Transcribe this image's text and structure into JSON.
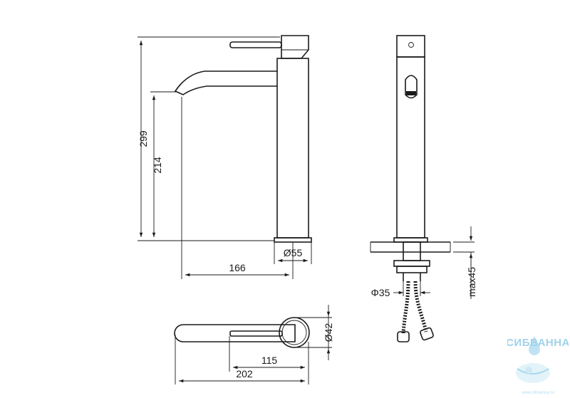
{
  "dimensions": {
    "total_height": "299",
    "spout_height": "214",
    "base_diameter": "Ø55",
    "spout_reach": "166",
    "hole_diameter": "Φ35",
    "max_thickness": "max45",
    "body_diameter": "Ø42",
    "handle_offset": "115",
    "overall_length": "202"
  },
  "watermark": {
    "name": "СИБВАННА",
    "url": "www.sibvanna.ru"
  },
  "colors": {
    "line": "#1a1a1a",
    "watermark": "#9fd3ea"
  }
}
